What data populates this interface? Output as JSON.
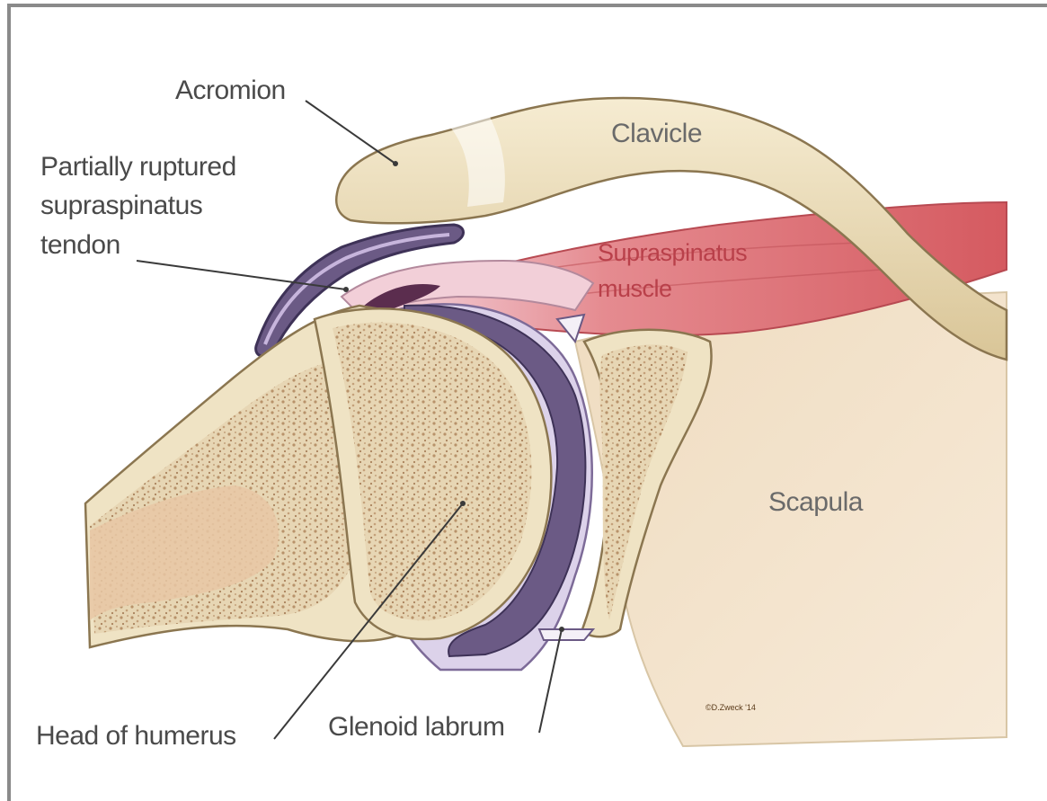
{
  "labels": {
    "acromion": "Acromion",
    "clavicle": "Clavicle",
    "tendon_line1": "Partially ruptured",
    "tendon_line2": "supraspinatus",
    "tendon_line3": "tendon",
    "muscle_line1": "Supraspinatus",
    "muscle_line2": "muscle",
    "scapula": "Scapula",
    "humerus_head": "Head of humerus",
    "glenoid_labrum": "Glenoid labrum"
  },
  "signature": "©D.Zweck '14",
  "colors": {
    "bone": "#efe3c4",
    "bone_shadow": "#d7c494",
    "marrow": "#c9a982",
    "cartilage": "#6b5a85",
    "capsule": "#dcd2ea",
    "muscle": "#d96a6e",
    "tendon": "#f0c7d1"
  }
}
